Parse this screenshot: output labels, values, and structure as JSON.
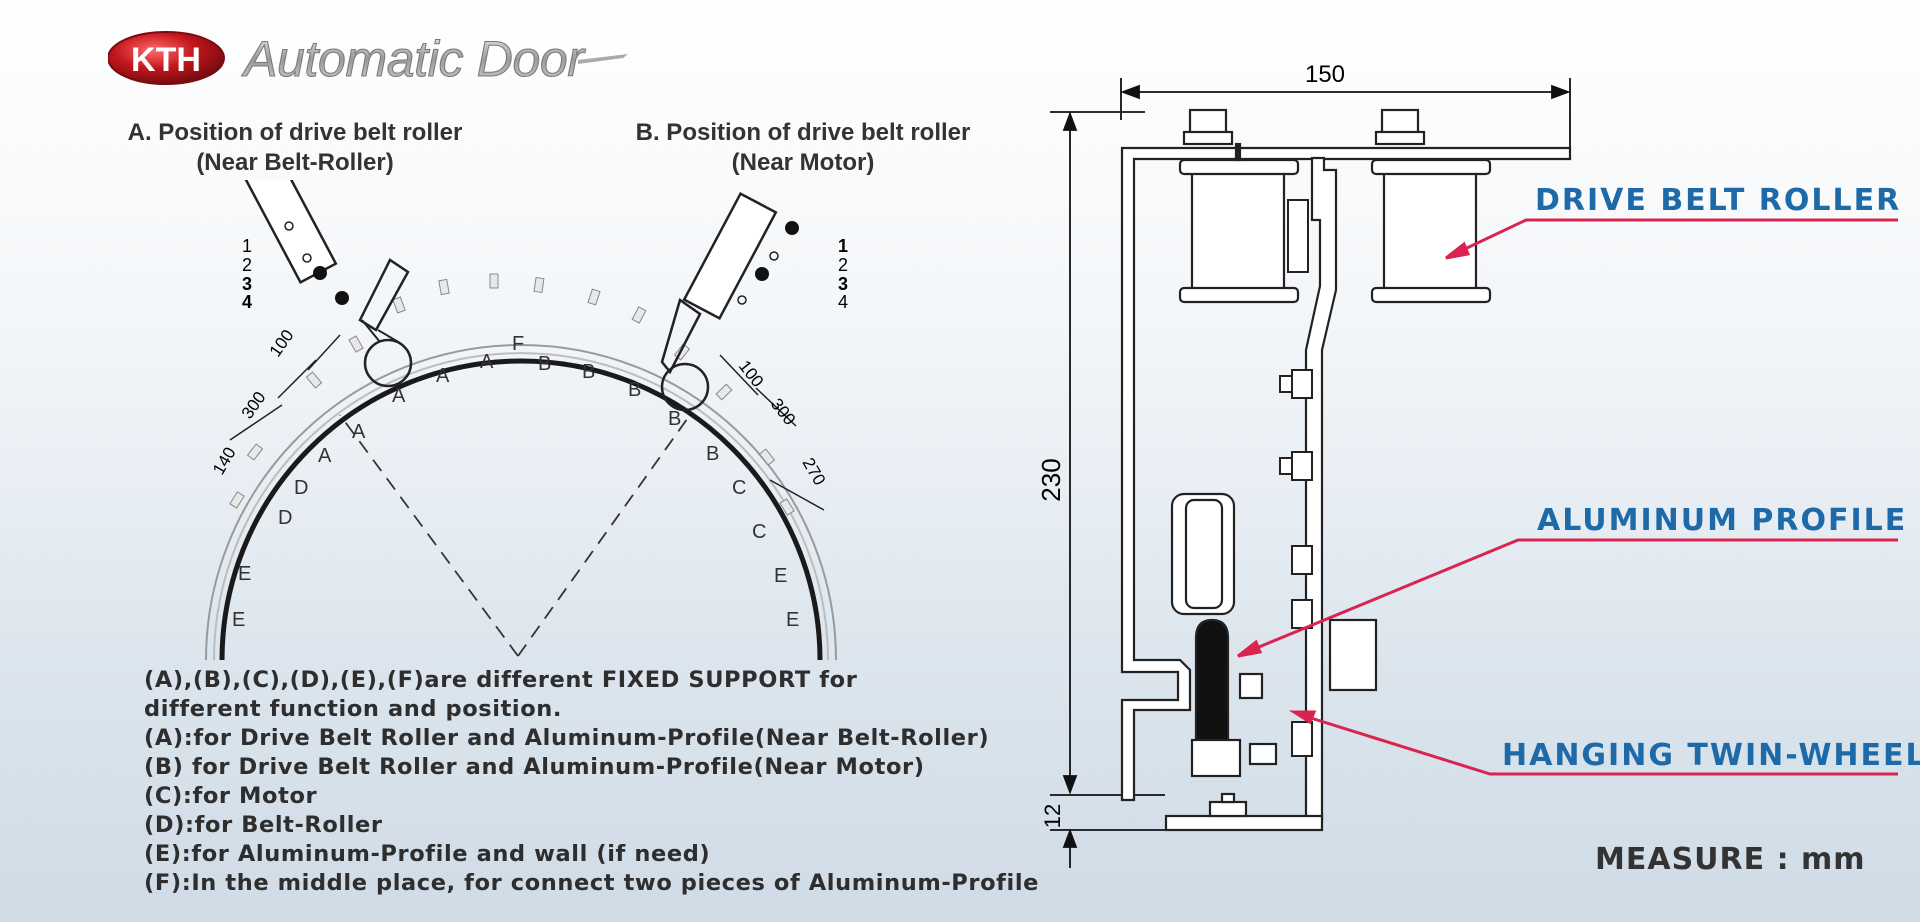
{
  "logo": {
    "badge": "KTH",
    "wordmark": "Automatic Door"
  },
  "captions": {
    "a_line1": "A. Position of drive belt roller",
    "a_line2": "(Near Belt-Roller)",
    "b_line1": "B. Position of drive belt roller",
    "b_line2": "(Near Motor)"
  },
  "roller_holes": [
    "1",
    "2",
    "3",
    "4"
  ],
  "arc_labels": {
    "A": "A",
    "B": "B",
    "C": "C",
    "D": "D",
    "E": "E",
    "F": "F",
    "dim_100_left": "100",
    "dim_300_left": "300",
    "dim_140": "140",
    "dim_100_right": "100",
    "dim_300_right": "300",
    "dim_270": "270"
  },
  "notes": [
    "(A),(B),(C),(D),(E),(F)are different FIXED SUPPORT for",
    "different function and position.",
    "(A):for Drive Belt Roller and Aluminum-Profile(Near Belt-Roller)",
    "(B) for Drive Belt Roller and Aluminum-Profile(Near Motor)",
    "(C):for Motor",
    "(D):for Belt-Roller",
    "(E):for Aluminum-Profile and wall (if need)",
    "(F):In the middle place, for connect two pieces of Aluminum-Profile"
  ],
  "side_view": {
    "dim_width": "150",
    "dim_height": "230",
    "dim_bottom": "12",
    "callouts": [
      "DRIVE  BELT  ROLLER",
      "ALUMINUM  PROFILE",
      "HANGING TWIN-WHEEL"
    ],
    "measure": "MEASURE : mm"
  },
  "colors": {
    "callout_text": "#1e6aa8",
    "callout_line": "#d9244f",
    "logo_red": "#c3161c"
  }
}
